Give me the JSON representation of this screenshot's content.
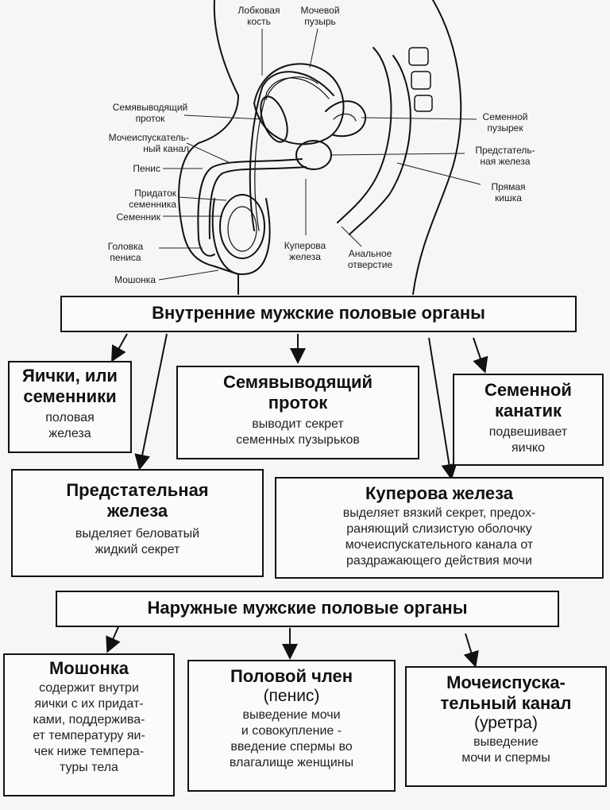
{
  "anatomy": {
    "labels": {
      "pubic_bone": "Лобковая\nкость",
      "bladder": "Мочевой\nпузырь",
      "vas_deferens": "Семявыводящий\nпроток",
      "urethra": "Мочеиспускатель-\nный канал",
      "penis": "Пенис",
      "epididymis": "Придаток\nсеменника",
      "testis": "Семенник",
      "glans": "Головка\nпениса",
      "scrotum": "Мошонка",
      "seminal_vesicle": "Семенной\nпузырек",
      "prostate": "Предстатель-\nная железа",
      "rectum": "Прямая\nкишка",
      "cowper": "Куперова\nжелеза",
      "anus": "Анальное\nотверстие"
    }
  },
  "internal": {
    "header": "Внутренние мужские половые органы",
    "testes": {
      "title": "Яички, или\nсеменники",
      "desc": "половая\nжелеза"
    },
    "vas_deferens": {
      "title": "Семявыводящий\nпроток",
      "desc": "выводит секрет\nсеменных пузырьков"
    },
    "spermatic_cord": {
      "title": "Семенной\nканатик",
      "desc": "подвешивает\nяичко"
    },
    "prostate": {
      "title": "Предстательная\nжелеза",
      "desc": "выделяет беловатый\nжидкий секрет"
    },
    "cowper": {
      "title": "Куперова железа",
      "desc": "выделяет вязкий секрет, предох-\nраняющий слизистую оболочку\nмочеиспускательного канала от\nраздражающего действия мочи"
    }
  },
  "external": {
    "header": "Наружные мужские половые органы",
    "scrotum": {
      "title": "Мошонка",
      "desc": "содержит внутри\nяички с их придат-\nками, поддержива-\nет температуру яи-\nчек ниже темпера-\nтуры тела"
    },
    "penis": {
      "title": "Половой член",
      "subtitle": "(пенис)",
      "desc": "выведение мочи\nи совокупление -\nвведение спермы во\nвлагалище женщины"
    },
    "urethra": {
      "title": "Мочеиспуска-\nтельный канал",
      "subtitle": "(уретра)",
      "desc": "выведение\nмочи и спермы"
    }
  }
}
